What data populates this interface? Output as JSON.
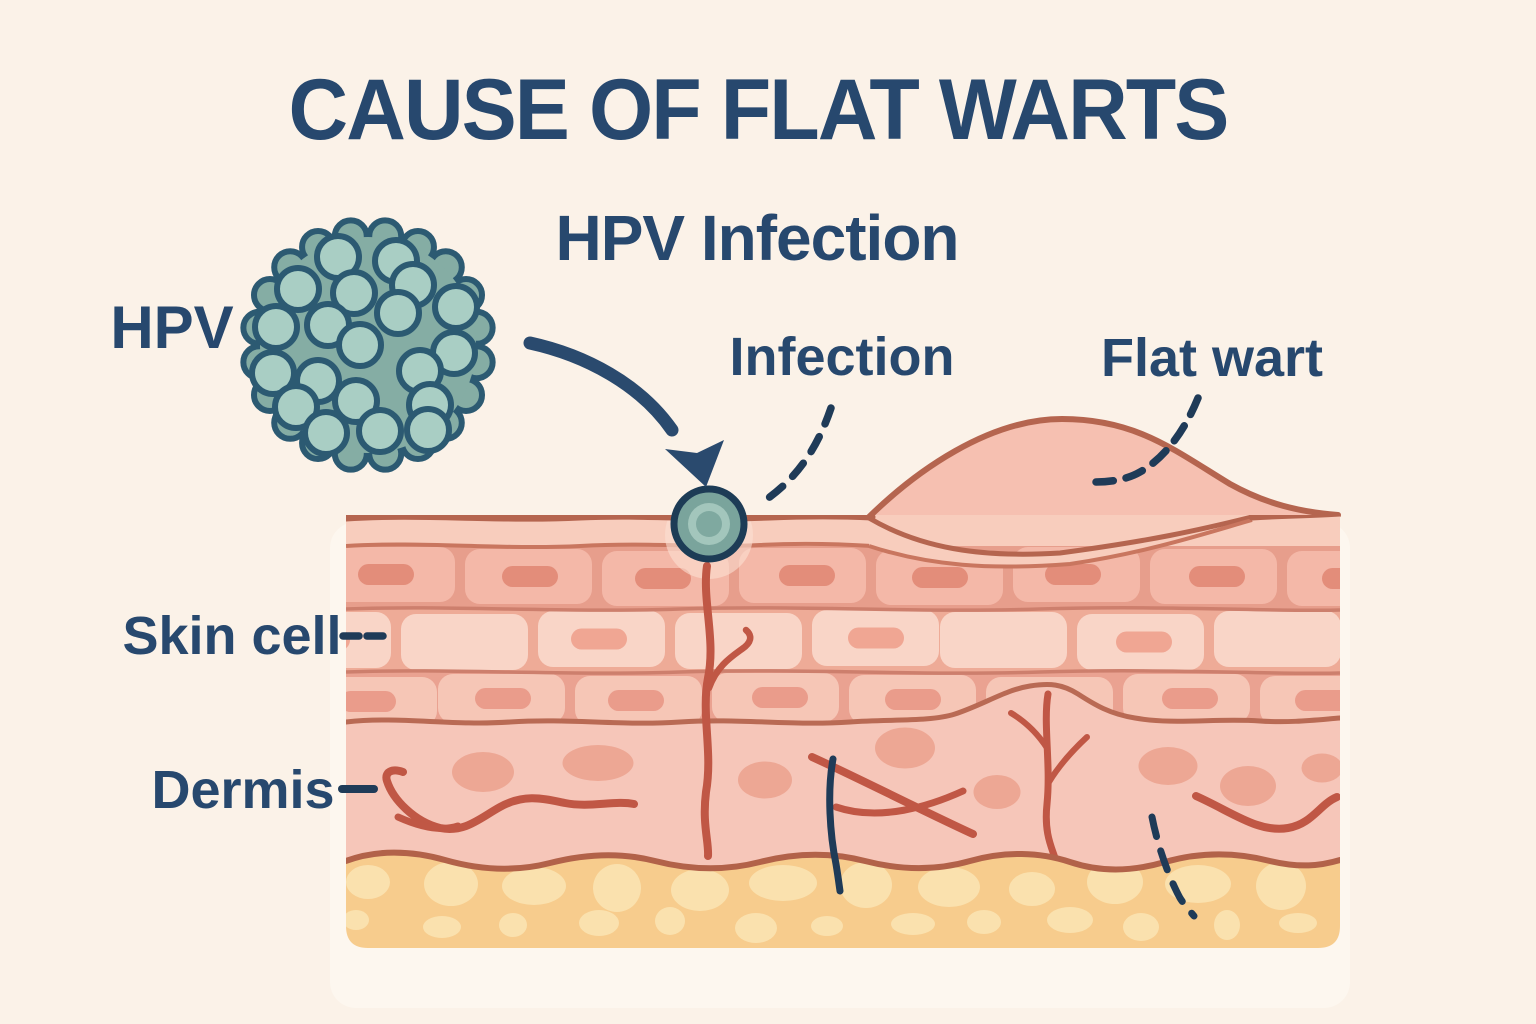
{
  "title": "CAUSE OF FLAT WARTS",
  "subtitle": "HPV Infection",
  "labels": {
    "virus": "HPV",
    "infection": "Infection",
    "flat_wart": "Flat wart",
    "skin_cell": "Skin cell",
    "dermis": "Dermis"
  },
  "colors": {
    "background": "#fbf2e8",
    "underlay": "#fdf7ef",
    "text_navy": "#27486e",
    "arrow_navy": "#2a4a6e",
    "pointer_navy": "#1f3b58",
    "virus_body": "#85ada4",
    "virus_capsomere": "#a9cec4",
    "virus_outline": "#2c5a72",
    "infection_dot_ring": "#1d3c56",
    "infection_dot_outer": "#7aa49c",
    "infection_dot_mid": "#a3c6bc",
    "infection_dot_center": "#7fa9a0",
    "skin_surface_line": "#b5654f",
    "corneum": "#f8cdbd",
    "corneum_line": "#c9765f",
    "dome_fill": "#f6c0b1",
    "cell_row1": "#f4b8a8",
    "cell_row2": "#f9d5c7",
    "cell_row3": "#f6c6b6",
    "gap_row1": "#e79e8c",
    "gap_row2": "#eeab97",
    "gap_row3": "#eaa291",
    "nucleus_row1": "#e38d7a",
    "nucleus_row2": "#f0a693",
    "nucleus_row3": "#ea9c8b",
    "row_divider": "#cd7f6d",
    "dermis": "#f6c6b9",
    "dermis_oval": "#eda794",
    "vessel": "#c05745",
    "boundary_line": "#b96a54",
    "fat": "#f7cc8d",
    "fat_blob": "#fae1ae",
    "fat_border": "#b26249"
  }
}
